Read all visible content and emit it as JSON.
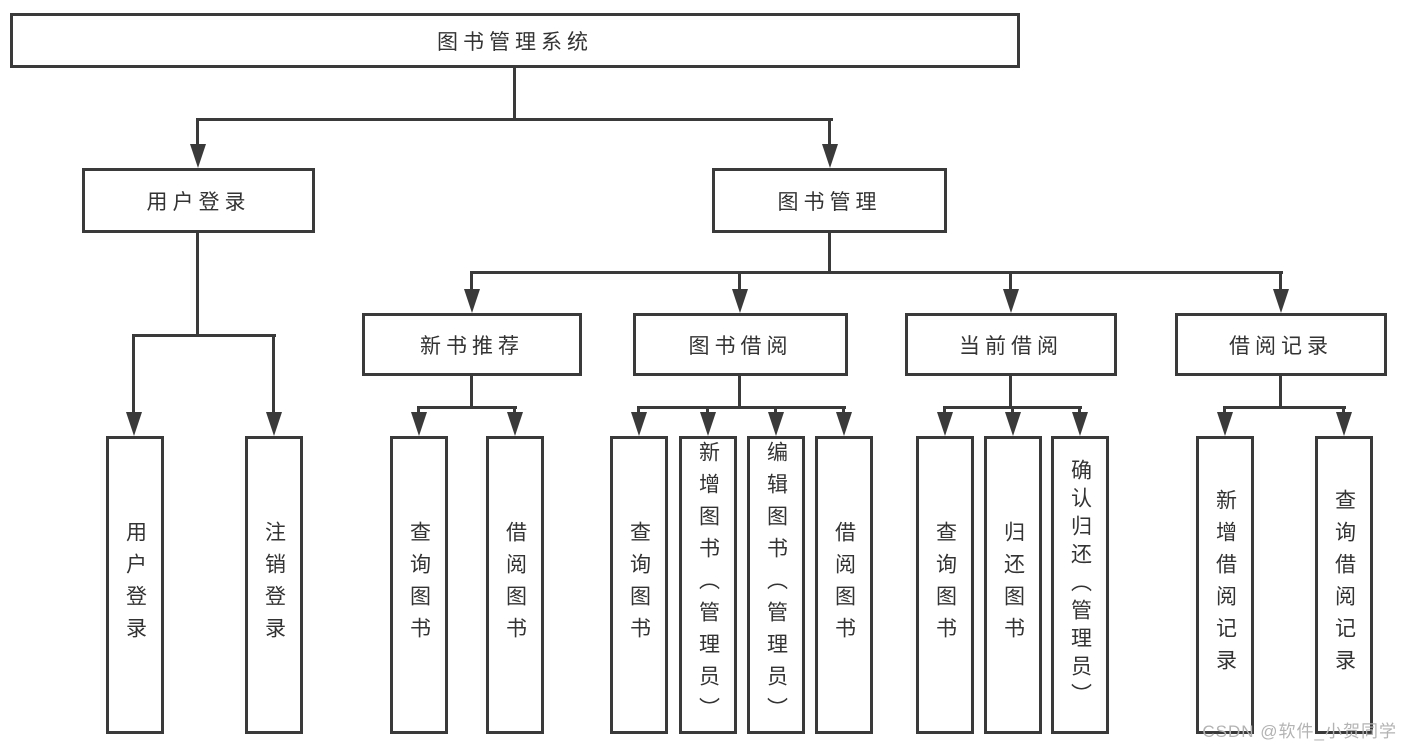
{
  "colors": {
    "line": "#3a3a3a",
    "text": "#333333",
    "watermark": "#b3b3b3"
  },
  "tree": {
    "root": "图书管理系统",
    "children": [
      {
        "label": "用户登录",
        "children": [
          {
            "label": "用户登录"
          },
          {
            "label": "注销登录"
          }
        ]
      },
      {
        "label": "图书管理",
        "children": [
          {
            "label": "新书推荐",
            "children": [
              {
                "label": "查询图书"
              },
              {
                "label": "借阅图书"
              }
            ]
          },
          {
            "label": "图书借阅",
            "children": [
              {
                "label": "查询图书"
              },
              {
                "label": "新增图书（管理员）"
              },
              {
                "label": "编辑图书（管理员）"
              },
              {
                "label": "借阅图书"
              }
            ]
          },
          {
            "label": "当前借阅",
            "children": [
              {
                "label": "查询图书"
              },
              {
                "label": "归还图书"
              },
              {
                "label": "确认归还（管理员）"
              }
            ]
          },
          {
            "label": "借阅记录",
            "children": [
              {
                "label": "新增借阅记录"
              },
              {
                "label": "查询借阅记录"
              }
            ]
          }
        ]
      }
    ]
  },
  "watermark": "CSDN @软件_小贺同学"
}
